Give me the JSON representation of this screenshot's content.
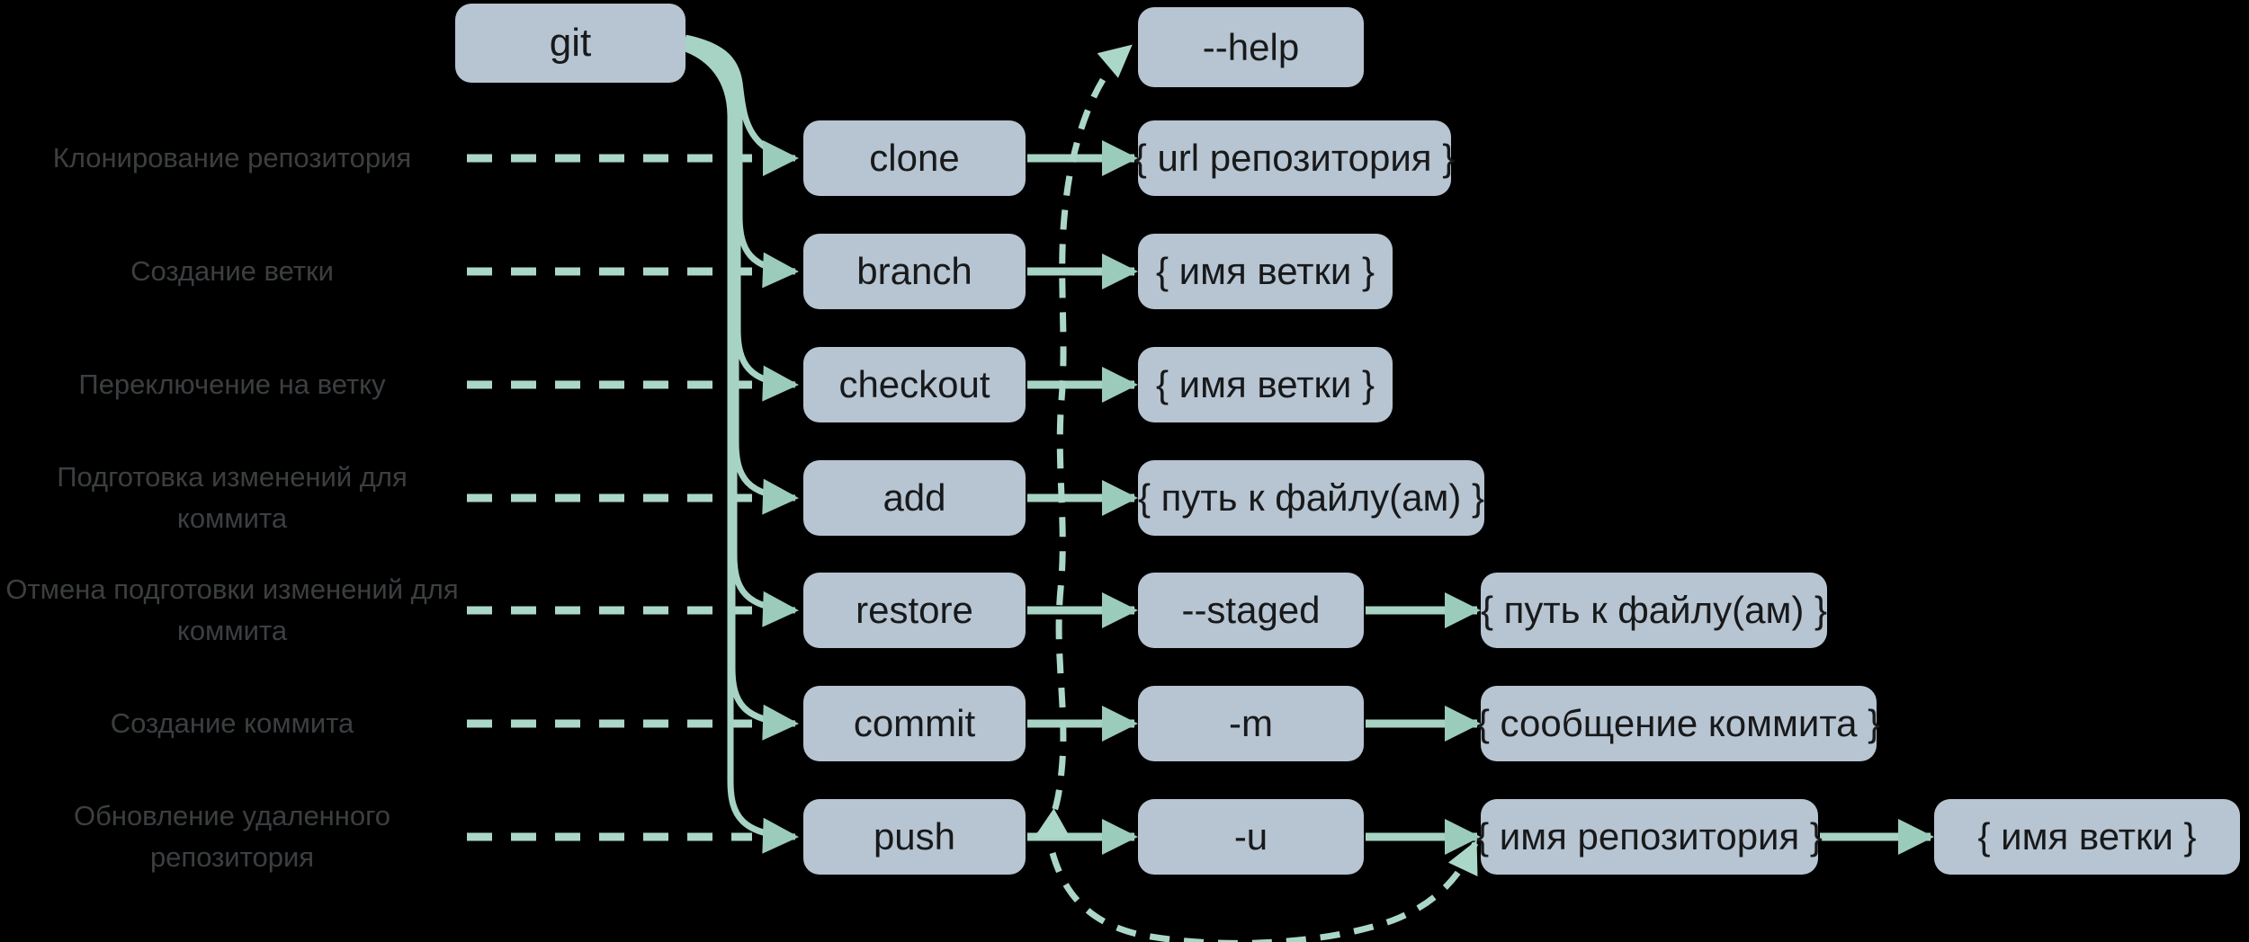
{
  "diagram": {
    "root": {
      "label": "git"
    },
    "help": {
      "label": "--help"
    },
    "rows": [
      {
        "task": "Клонирование репозитория",
        "command": "clone",
        "args": [
          "{ url репозитория }"
        ]
      },
      {
        "task": "Создание ветки",
        "command": "branch",
        "args": [
          "{ имя ветки }"
        ]
      },
      {
        "task": "Переключение на ветку",
        "command": "checkout",
        "args": [
          "{ имя ветки }"
        ]
      },
      {
        "task": "Подготовка изменений для коммита",
        "command": "add",
        "args": [
          "{ путь к файлу(ам) }"
        ]
      },
      {
        "task": "Отмена подготовки изменений для коммита",
        "command": "restore",
        "args": [
          "--staged",
          "{ путь к файлу(ам) }"
        ]
      },
      {
        "task": "Создание коммита",
        "command": "commit",
        "args": [
          "-m",
          "{ сообщение коммита }"
        ]
      },
      {
        "task": "Обновление удаленного репозитория",
        "command": "push",
        "args": [
          "-u",
          "{ имя репозитория }",
          "{ имя ветки }"
        ]
      }
    ]
  },
  "colors": {
    "background": "#000000",
    "node_fill": "#b7c4d1",
    "node_text": "#17191b",
    "task_text": "#3c3f41",
    "arrow": "#a7d3c4",
    "arrow_head": "#9bcbbb",
    "dashed": "#abd7c9"
  }
}
